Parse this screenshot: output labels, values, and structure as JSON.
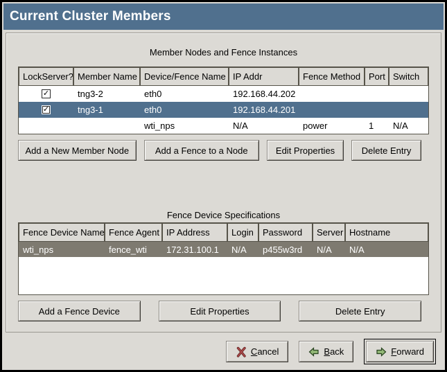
{
  "window": {
    "title": "Current Cluster Members"
  },
  "colors": {
    "titlebar": "#50708e",
    "selection_active": "#50708e",
    "selection_inactive": "#7e7a70",
    "background": "#dcdad5"
  },
  "icons": {
    "checkmark": "✓"
  },
  "member_section": {
    "title": "Member Nodes and Fence Instances",
    "columns": [
      "LockServer?",
      "Member Name",
      "Device/Fence Name",
      "IP Addr",
      "Fence Method",
      "Port",
      "Switch"
    ],
    "rows": [
      {
        "lockserver": true,
        "member_name": "tng3-2",
        "device_fence_name": "eth0",
        "ip_addr": "192.168.44.202",
        "fence_method": "",
        "port": "",
        "switch": "",
        "selected": false
      },
      {
        "lockserver": true,
        "member_name": "tng3-1",
        "device_fence_name": "eth0",
        "ip_addr": "192.168.44.201",
        "fence_method": "",
        "port": "",
        "switch": "",
        "selected": true
      },
      {
        "lockserver": false,
        "member_name": "",
        "device_fence_name": "wti_nps",
        "ip_addr": "N/A",
        "fence_method": "power",
        "port": "1",
        "switch": "N/A",
        "selected": false
      }
    ],
    "buttons": [
      "Add a New Member Node",
      "Add a Fence to a Node",
      "Edit Properties",
      "Delete Entry"
    ]
  },
  "fence_section": {
    "title": "Fence Device Specifications",
    "columns": [
      "Fence Device Name",
      "Fence Agent",
      "IP Address",
      "Login",
      "Password",
      "Server",
      "Hostname"
    ],
    "rows": [
      {
        "fence_device_name": "wti_nps",
        "fence_agent": "fence_wti",
        "ip_address": "172.31.100.1",
        "login": "N/A",
        "password": "p455w3rd",
        "server": "N/A",
        "hostname": "N/A",
        "selected": true
      }
    ],
    "buttons": [
      "Add a Fence Device",
      "Edit Properties",
      "Delete Entry"
    ]
  },
  "footer": {
    "cancel_label": "Cancel",
    "back_label": "Back",
    "forward_label": "Forward"
  }
}
